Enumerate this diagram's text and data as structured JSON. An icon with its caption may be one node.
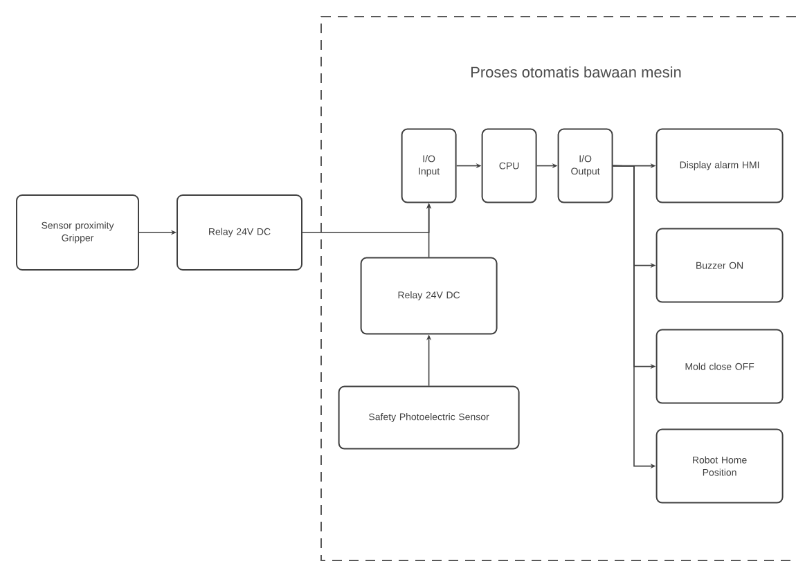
{
  "diagram": {
    "nodes": [
      {
        "text": [
          "Proses otomatis bawaan mesin"
        ]
      },
      {
        "text": [
          "Sensor proximity Gripper"
        ]
      },
      {
        "text": [
          "Relay 24V DC"
        ]
      },
      {
        "text": [
          "I/O Input"
        ],
        "in": 0
      },
      {
        "text": [
          "CPU"
        ],
        "in": 0
      },
      {
        "text": [
          "I/O Output"
        ],
        "in": 0
      },
      {
        "text": [
          "Display alarm HMI"
        ],
        "in": 0
      },
      {
        "text": [
          "Buzzer ON"
        ],
        "in": 0
      },
      {
        "text": [
          "Mold close OFF"
        ],
        "in": 0
      },
      {
        "text": [
          "Robot Home Position"
        ],
        "in": 0
      },
      {
        "text": [
          "Relay 24V DC"
        ],
        "in": 0
      },
      {
        "text": [
          "Safety Photoelectric Sensor"
        ],
        "in": 0
      }
    ],
    "edges": [
      {
        "from": 1,
        "to": 2,
        "arrow": "to"
      },
      {
        "from": 2,
        "to": 3,
        "arrow": "to"
      },
      {
        "from": 10,
        "to": 3,
        "arrow": "to"
      },
      {
        "from": 11,
        "to": 10,
        "arrow": "to"
      },
      {
        "from": 3,
        "to": 4,
        "arrow": "to"
      },
      {
        "from": 4,
        "to": 5,
        "arrow": "to"
      },
      {
        "from": 5,
        "to": 6,
        "arrow": "to"
      },
      {
        "from": 5,
        "to": 7,
        "arrow": "to"
      },
      {
        "from": 5,
        "to": 8,
        "arrow": "to"
      },
      {
        "from": 5,
        "to": 9,
        "arrow": "to"
      }
    ]
  }
}
